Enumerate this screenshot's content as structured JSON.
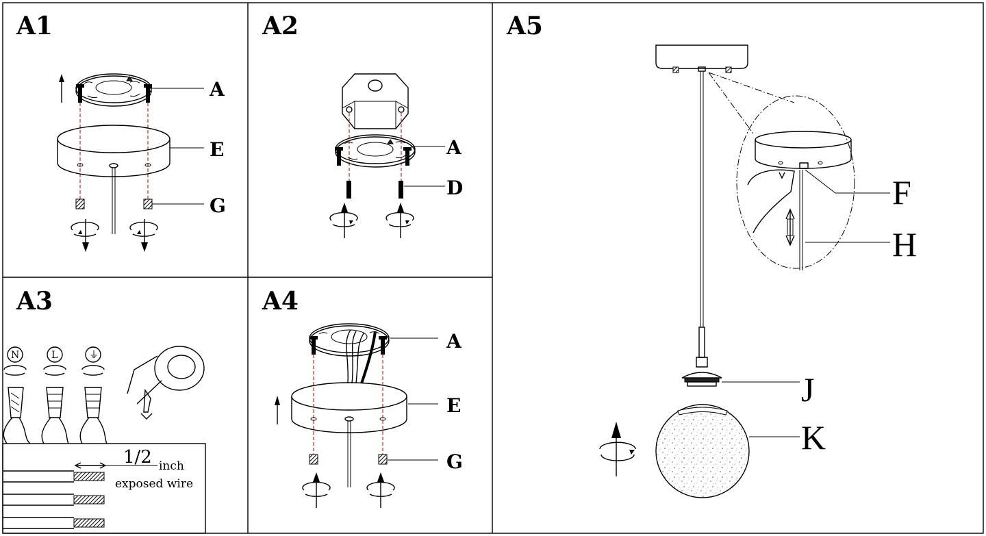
{
  "panels": {
    "a1": "A1",
    "a2": "A2",
    "a3": "A3",
    "a4": "A4",
    "a5": "A5"
  },
  "part_labels": {
    "a1_mount": "A",
    "a1_canopy": "E",
    "a1_nut": "G",
    "a2_mount": "A",
    "a2_screw": "D",
    "a4_mount": "A",
    "a4_canopy": "E",
    "a4_nut": "G",
    "a5_screw": "F",
    "a5_cable": "H",
    "a5_holder": "J",
    "a5_globe": "K"
  },
  "wire_symbols": {
    "neutral": "N",
    "live": "L",
    "ground": "⏚"
  },
  "wire_note": {
    "measure": "1/2",
    "unit": "inch",
    "caption": "exposed wire"
  },
  "icons": [
    "arrow-up-icon",
    "arrow-down-icon",
    "rotate-icon",
    "wire-nut-icon",
    "tape-roll-icon",
    "ground-symbol-icon"
  ]
}
